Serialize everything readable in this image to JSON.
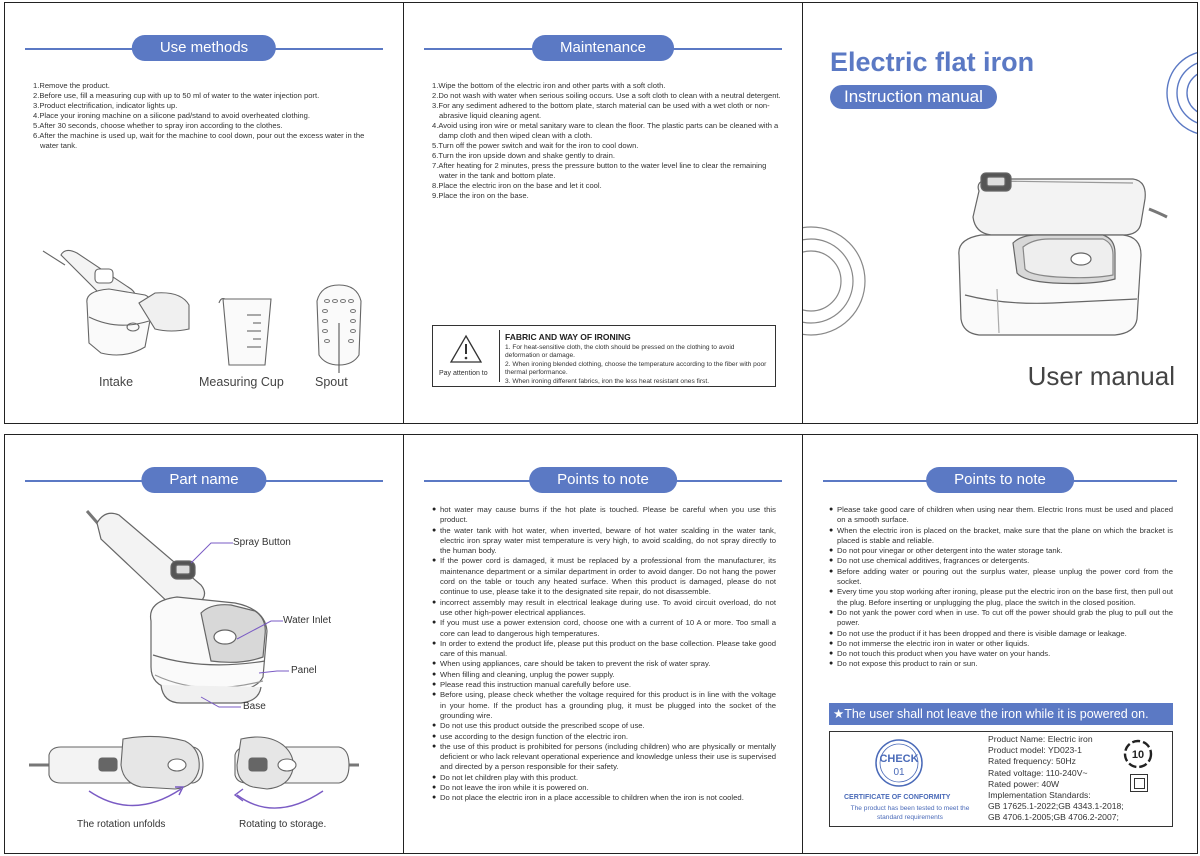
{
  "use_methods": {
    "title": "Use methods",
    "steps": [
      "1.Remove the product.",
      "2.Before use, fill a measuring cup with up to 50 ml of water to the water injection port.",
      "3.Product electrification, indicator lights up.",
      "4.Place your ironing machine on a silicone pad/stand to avoid overheated clothing.",
      "5.After 30 seconds, choose whether to spray iron according to the clothes.",
      "6.After the machine is used up, wait for the machine to cool down, pour out the excess water in the water tank."
    ],
    "captions": [
      "Intake",
      "Measuring Cup",
      "Spout"
    ]
  },
  "maintenance": {
    "title": "Maintenance",
    "steps": [
      "1.Wipe the bottom of the electric iron and other parts with a soft cloth.",
      "2.Do not wash with water when serious soiling occurs. Use a soft cloth to clean with a neutral detergent.",
      "3.For any sediment adhered to the bottom plate, starch material can be used with a wet cloth or non-abrasive liquid cleaning agent.",
      "4.Avoid using iron wire or metal sanitary ware to clean the floor. The plastic parts can be cleaned with a damp cloth and then wiped clean with a cloth.",
      "5.Turn off the power switch and wait for the iron to cool down.",
      "6.Turn the iron upside down and shake gently to drain.",
      "7.After heating for 2 minutes, press the pressure button to the water level line to clear the remaining water in the tank and bottom plate.",
      "8.Place the electric iron on the base and let it cool.",
      "9.Place the iron on the base."
    ],
    "fabric_box": {
      "title": "FABRIC AND WAY OF IRONING",
      "pay_attention": "Pay attention to",
      "lines": [
        "1. For heat-sensitive cloth, the cloth should be pressed on the clothing to avoid deformation or damage.",
        "2. When ironing blended clothing, choose the temperature according to the fiber with poor thermal performance.",
        "3. When ironing different fabrics, iron the less heat resistant ones first."
      ]
    }
  },
  "cover": {
    "title": "Electric flat iron",
    "subtitle": "Instruction manual",
    "footer": "User manual"
  },
  "part_name": {
    "title": "Part name",
    "labels": {
      "spray": "Spray Button",
      "inlet": "Water Inlet",
      "panel": "Panel",
      "base": "Base"
    },
    "captions": [
      "The rotation unfolds",
      "Rotating to storage."
    ]
  },
  "points_left": {
    "title": "Points to note",
    "items": [
      "hot water may cause burns if the hot plate is touched. Please be careful when you use this product.",
      "the water tank with hot water, when inverted, beware of hot water scalding in the water tank, electric iron spray water mist temperature is very high, to avoid scalding, do not spray directly to the human body.",
      "If the power cord is damaged, it must be replaced by a professional from the manufacturer, its maintenance department or a similar department in order to avoid danger. Do not hang the power cord on the table or touch any heated surface. When this product is damaged, please do not continue to use, please take it to the designated site repair, do not disassemble.",
      "incorrect assembly may result in electrical leakage during use. To avoid circuit overload, do not use other high-power electrical appliances.",
      "If you must use a power extension cord, choose one with a current of 10 A or more. Too small a core can lead to dangerous high temperatures.",
      "In order to extend the product life, please put this product on the base collection. Please take good care of this manual.",
      "When using appliances, care should be taken to prevent the risk of water spray.",
      "When filling and cleaning, unplug the power supply.",
      "Please read this instruction manual carefully before use.",
      "Before using, please check whether the voltage required for this product is in line with the voltage in your home. If the product has a grounding plug, it must be plugged into the socket of the grounding wire.",
      "Do not use this product outside the prescribed scope of use.",
      "use according to the design function of the electric iron.",
      "the use of this product is prohibited for persons (including children) who are physically or mentally deficient or who lack relevant operational experience and knowledge unless their use is supervised and directed by a person responsible for their safety.",
      "Do not let children play with this product.",
      "Do not leave the iron while it is powered on.",
      "Do not place the electric iron in a place accessible to children when the iron is not cooled."
    ]
  },
  "points_right": {
    "title": "Points to note",
    "items": [
      "Please take good care of children when using near them. Electric Irons must be used and placed on a smooth surface.",
      "When the electric iron is placed on the bracket, make sure that the plane on which the bracket is placed is stable and reliable.",
      "Do not pour vinegar or other detergent into the water storage tank.",
      "Do not use chemical additives, fragrances or detergents.",
      "Before adding water or pouring out the surplus water, please unplug the power cord from the socket.",
      "Every time you stop working after ironing, please put the electric iron on the base first, then pull out the plug. Before inserting or unplugging the plug, place the switch in the closed position.",
      "Do not yank the power cord when in use. To cut off the power should grab the plug to pull out the power.",
      "Do not use the product if it has been dropped and there is visible damage or leakage.",
      "Do not immerse the electric iron in water or other liquids.",
      "Do not touch this product when you have water on your hands.",
      "Do not expose this product to rain or sun."
    ],
    "notice": "★The user shall not leave the iron while it is powered on.",
    "certificate": {
      "check": "CHECK",
      "check_no": "01",
      "conformity": "CERTIFICATE OF CONFORMITY",
      "tested": "The product has been tested to meet the standard requirements",
      "mark_number": "10",
      "specs": [
        "Product Name: Electric iron",
        "Product model: YD023-1",
        "Rated frequency: 50Hz",
        "Rated voltage: 110-240V~",
        "Rated power: 40W",
        "Implementation Standards:",
        "GB 17625.1-2022;GB 4343.1-2018;",
        "GB 4706.1-2005;GB 4706.2-2007;"
      ]
    }
  }
}
